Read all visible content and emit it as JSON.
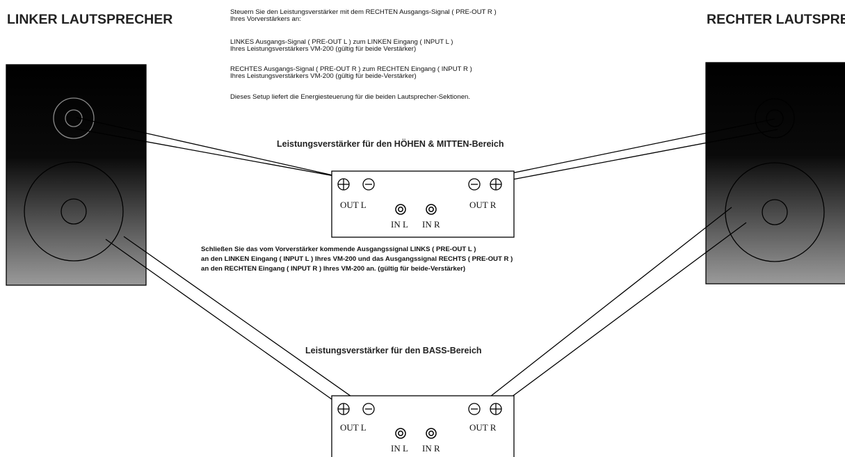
{
  "titles": {
    "left_speaker": "LINKER LAUTSPRECHER",
    "right_speaker": "RECHTER LAUTSPRECHER"
  },
  "instructions": [
    "Steuern Sie den Leistungsverstärker mit dem RECHTEN Ausgangs-Signal ( PRE-OUT R )",
    "Ihres Vorverstärkers an:",
    "LINKES Ausgangs-Signal ( PRE-OUT L ) zum LINKEN Eingang ( INPUT L )",
    "Ihres Leistungsverstärkers VM-200  (gültig für beide Verstärker)",
    "RECHTES Ausgangs-Signal ( PRE-OUT R ) zum RECHTEN Eingang ( INPUT R )",
    "Ihres Leistungsverstärkers VM-200  (gültig für beide-Verstärker)",
    "Dieses Setup liefert die Energiesteuerung für die beiden Lautsprecher-Sektionen."
  ],
  "amplifiers": {
    "high_mid": {
      "title": "Leistungsverstärker für den HÖHEN & MITTEN-Bereich"
    },
    "bass": {
      "title": "Leistungsverstärker für den BASS-Bereich"
    }
  },
  "labels": {
    "out_l": "OUT L",
    "out_r": "OUT R",
    "in_l": "IN L",
    "in_r": "IN R"
  },
  "note": [
    "Schließen Sie das vom Vorverstärker kommende Ausgangssignal LINKS ( PRE-OUT L )",
    "an den LINKEN Eingang ( INPUT L ) Ihres VM-200 und das Ausgangssignal RECHTS ( PRE-OUT R )",
    "an den RECHTEN Eingang ( INPUT R ) Ihres VM-200 an.  (gültig für beide-Verstärker)"
  ],
  "colors": {
    "speaker_dark": "#000000",
    "speaker_light": "#9a9a9a",
    "line": "#000000"
  },
  "icons": {
    "positive_terminal": "plus-in-circle",
    "negative_terminal": "minus-in-circle",
    "input_jack": "concentric-circles"
  }
}
